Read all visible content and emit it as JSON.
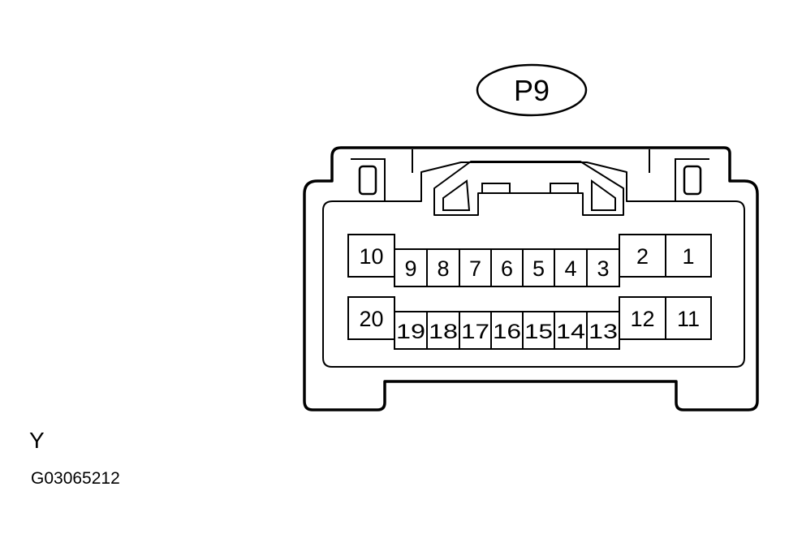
{
  "connector": {
    "label": "P9",
    "color_code": "Y",
    "figure_code": "G03065212"
  },
  "pins": {
    "top_row": [
      "10",
      "9",
      "8",
      "7",
      "6",
      "5",
      "4",
      "3",
      "2",
      "1"
    ],
    "bottom_row": [
      "20",
      "19",
      "18",
      "17",
      "16",
      "15",
      "14",
      "13",
      "12",
      "11"
    ]
  }
}
